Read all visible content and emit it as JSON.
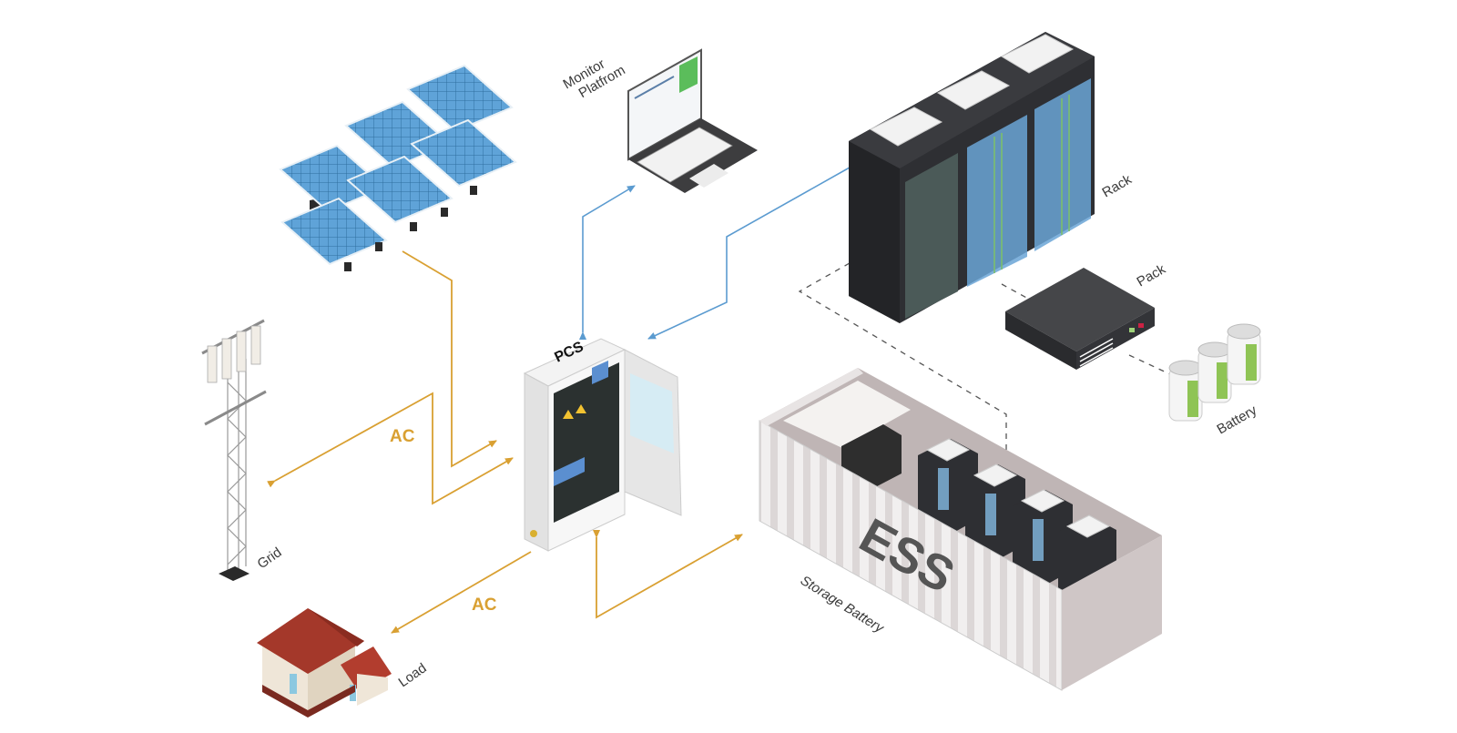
{
  "diagram": {
    "type": "energy-storage-system-topology",
    "nodes": {
      "solar": {
        "label": ""
      },
      "monitor": {
        "label_line1": "Monitor",
        "label_line2": "Platfrom"
      },
      "rack": {
        "label": "Rack"
      },
      "pack": {
        "label": "Pack"
      },
      "battery": {
        "label": "Battery"
      },
      "pcs": {
        "label": "PCS"
      },
      "grid": {
        "label": "Grid"
      },
      "load": {
        "label": "Load"
      },
      "ess": {
        "label": "ESS",
        "caption": "Storage Battery"
      }
    },
    "connections": [
      {
        "from": "solar",
        "to": "pcs",
        "kind": "power",
        "label": ""
      },
      {
        "from": "grid",
        "to": "pcs",
        "kind": "power",
        "label": "AC",
        "bidirectional": true
      },
      {
        "from": "pcs",
        "to": "load",
        "kind": "power",
        "label": "AC"
      },
      {
        "from": "pcs",
        "to": "ess",
        "kind": "power",
        "label": "",
        "bidirectional": true
      },
      {
        "from": "pcs",
        "to": "monitor",
        "kind": "data",
        "label": "",
        "bidirectional": true
      },
      {
        "from": "rack",
        "to": "pcs",
        "kind": "data",
        "label": ""
      },
      {
        "from": "ess",
        "to": "rack",
        "kind": "hierarchy-dashed",
        "label": ""
      },
      {
        "from": "rack",
        "to": "pack",
        "kind": "hierarchy-dashed",
        "label": ""
      },
      {
        "from": "pack",
        "to": "battery",
        "kind": "hierarchy-dashed",
        "label": ""
      }
    ],
    "colors": {
      "power_line": "#d9a032",
      "data_line": "#5b9bd0",
      "dashed_line": "#555555",
      "solar_panel": "#5fa3d8",
      "rack_body": "#2e2f33",
      "roof": "#a4382a"
    }
  }
}
